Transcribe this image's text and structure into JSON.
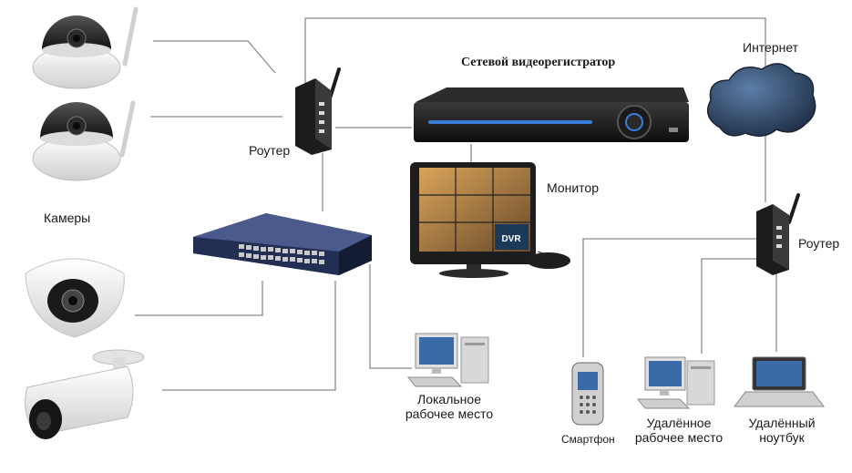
{
  "labels": {
    "cameras": "Камеры",
    "router_left": "Роутер",
    "dvr": "Сетевой видеорегистратор",
    "internet": "Интернет",
    "monitor": "Монитор",
    "router_right": "Роутер",
    "local_ws_line1": "Локальное",
    "local_ws_line2": "рабочее место",
    "smartphone": "Смартфон",
    "remote_ws_line1": "Удалённое",
    "remote_ws_line2": "рабочее место",
    "remote_nb_line1": "Удалённый",
    "remote_nb_line2": "ноутбук"
  },
  "monitor_screen": {
    "badge": "DVR"
  },
  "colors": {
    "line": "#8a8a8a",
    "device_dark": "#1c1c1e",
    "switch_blue": "#27345c",
    "cloud": "#2c3e57",
    "camera_white": "#f2f2f2",
    "accent_blue": "#3a7bd5"
  }
}
